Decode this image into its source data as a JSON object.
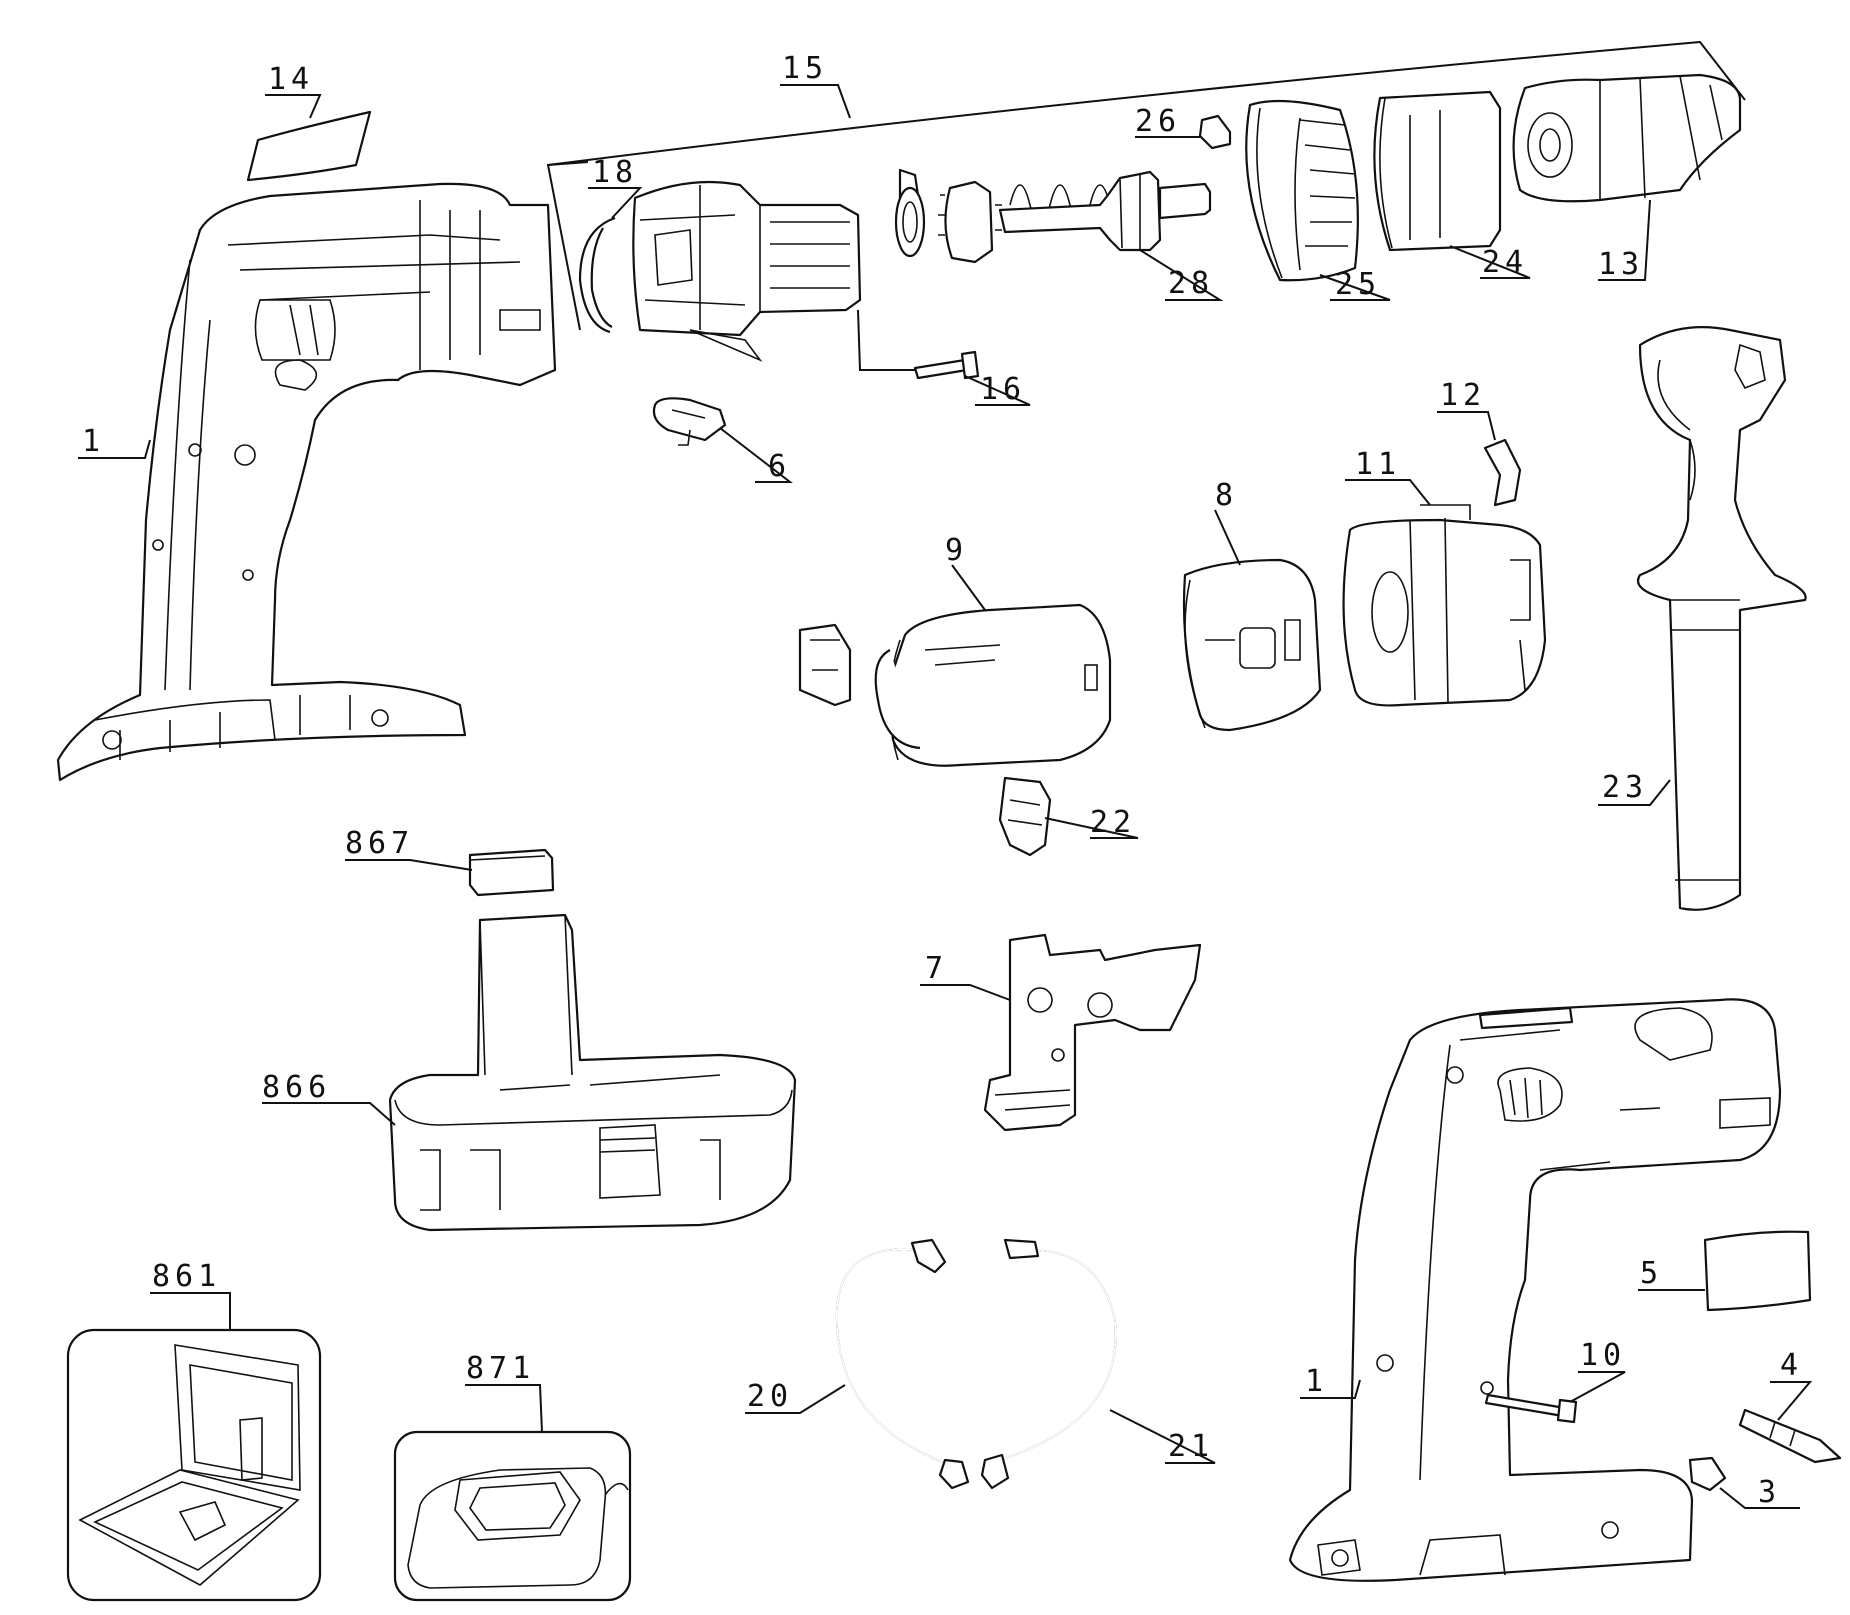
{
  "labels": {
    "l1_top": "1",
    "l1_bottom": "1",
    "l3": "3",
    "l4": "4",
    "l5": "5",
    "l6": "6",
    "l7": "7",
    "l8": "8",
    "l9": "9",
    "l10": "10",
    "l11": "11",
    "l12": "12",
    "l13": "13",
    "l14": "14",
    "l15": "15",
    "l16": "16",
    "l18": "18",
    "l20": "20",
    "l21": "21",
    "l22": "22",
    "l23": "23",
    "l24": "24",
    "l25": "25",
    "l26": "26",
    "l28": "28",
    "l861": "861",
    "l866": "866",
    "l867": "867",
    "l871": "871"
  },
  "colors": {
    "ink": "#111111",
    "paper": "#ffffff"
  }
}
